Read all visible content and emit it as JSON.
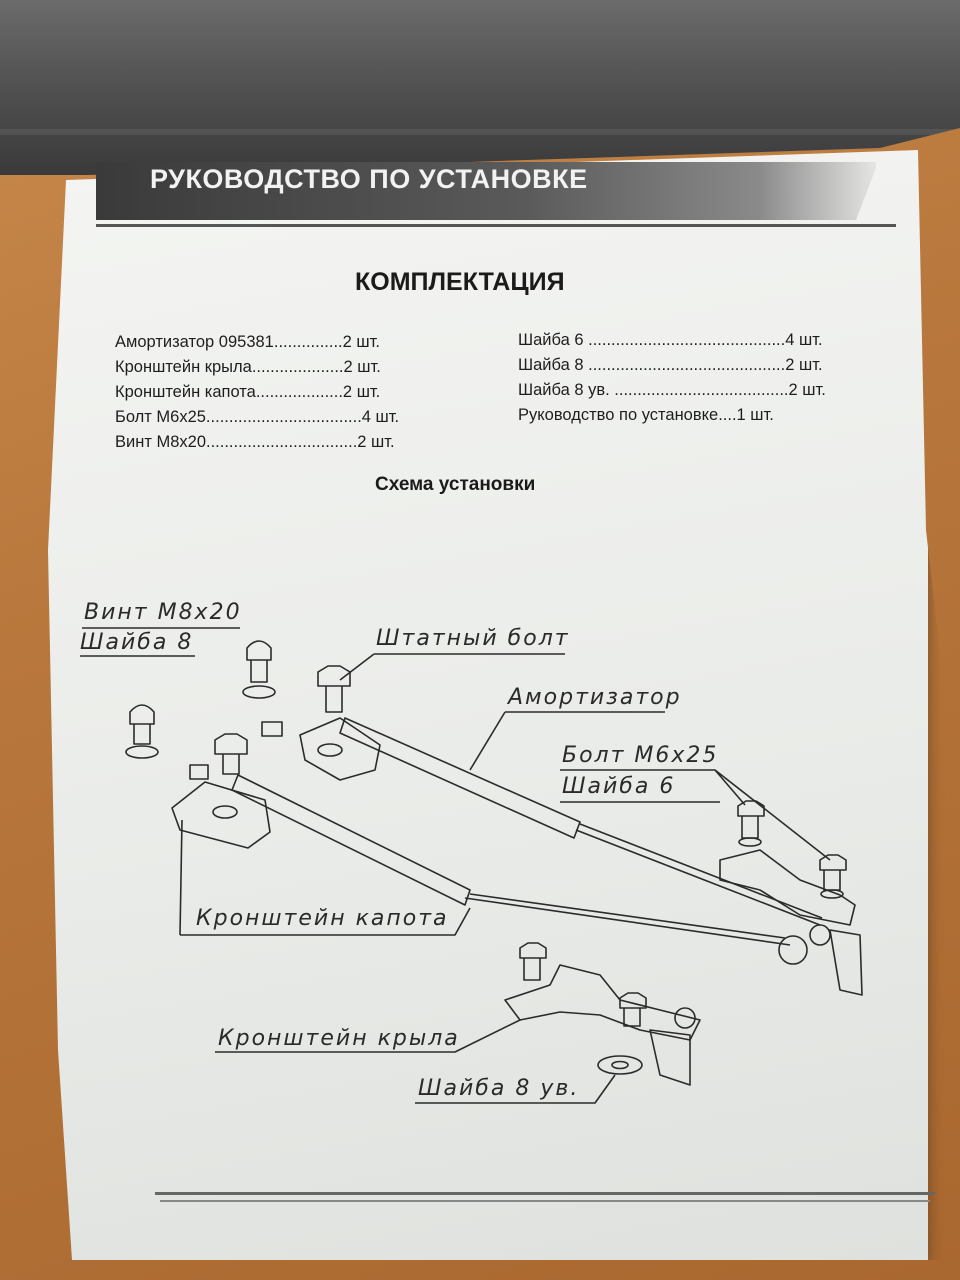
{
  "header": {
    "title": "РУКОВОДСТВО ПО УСТАНОВКЕ"
  },
  "kit": {
    "title": "КОМПЛЕКТАЦИЯ",
    "left_items": [
      "Амортизатор 095381...............2 шт.",
      "Кронштейн крыла....................2 шт.",
      "Кронштейн капота...................2 шт.",
      "Болт М6х25..................................4 шт.",
      "Винт М8х20.................................2 шт."
    ],
    "right_items": [
      "Шайба 6 ...........................................4 шт.",
      "Шайба 8 ...........................................2 шт.",
      "Шайба 8 ув. ......................................2 шт.",
      "Руководство по установке....1 шт."
    ]
  },
  "scheme": {
    "title": "Схема установки",
    "labels": {
      "vint": "Винт М8х20",
      "shayba8": "Шайба 8",
      "shtatny_bolt": "Штатный болт",
      "amortizator": "Амортизатор",
      "bolt_m6": "Болт М6х25",
      "shayba6": "Шайба 6",
      "kronshtein_kapota": "Кронштейн капота",
      "kronshtein_kryla": "Кронштейн крыла",
      "shayba8_uv": "Шайба 8 ув."
    }
  }
}
